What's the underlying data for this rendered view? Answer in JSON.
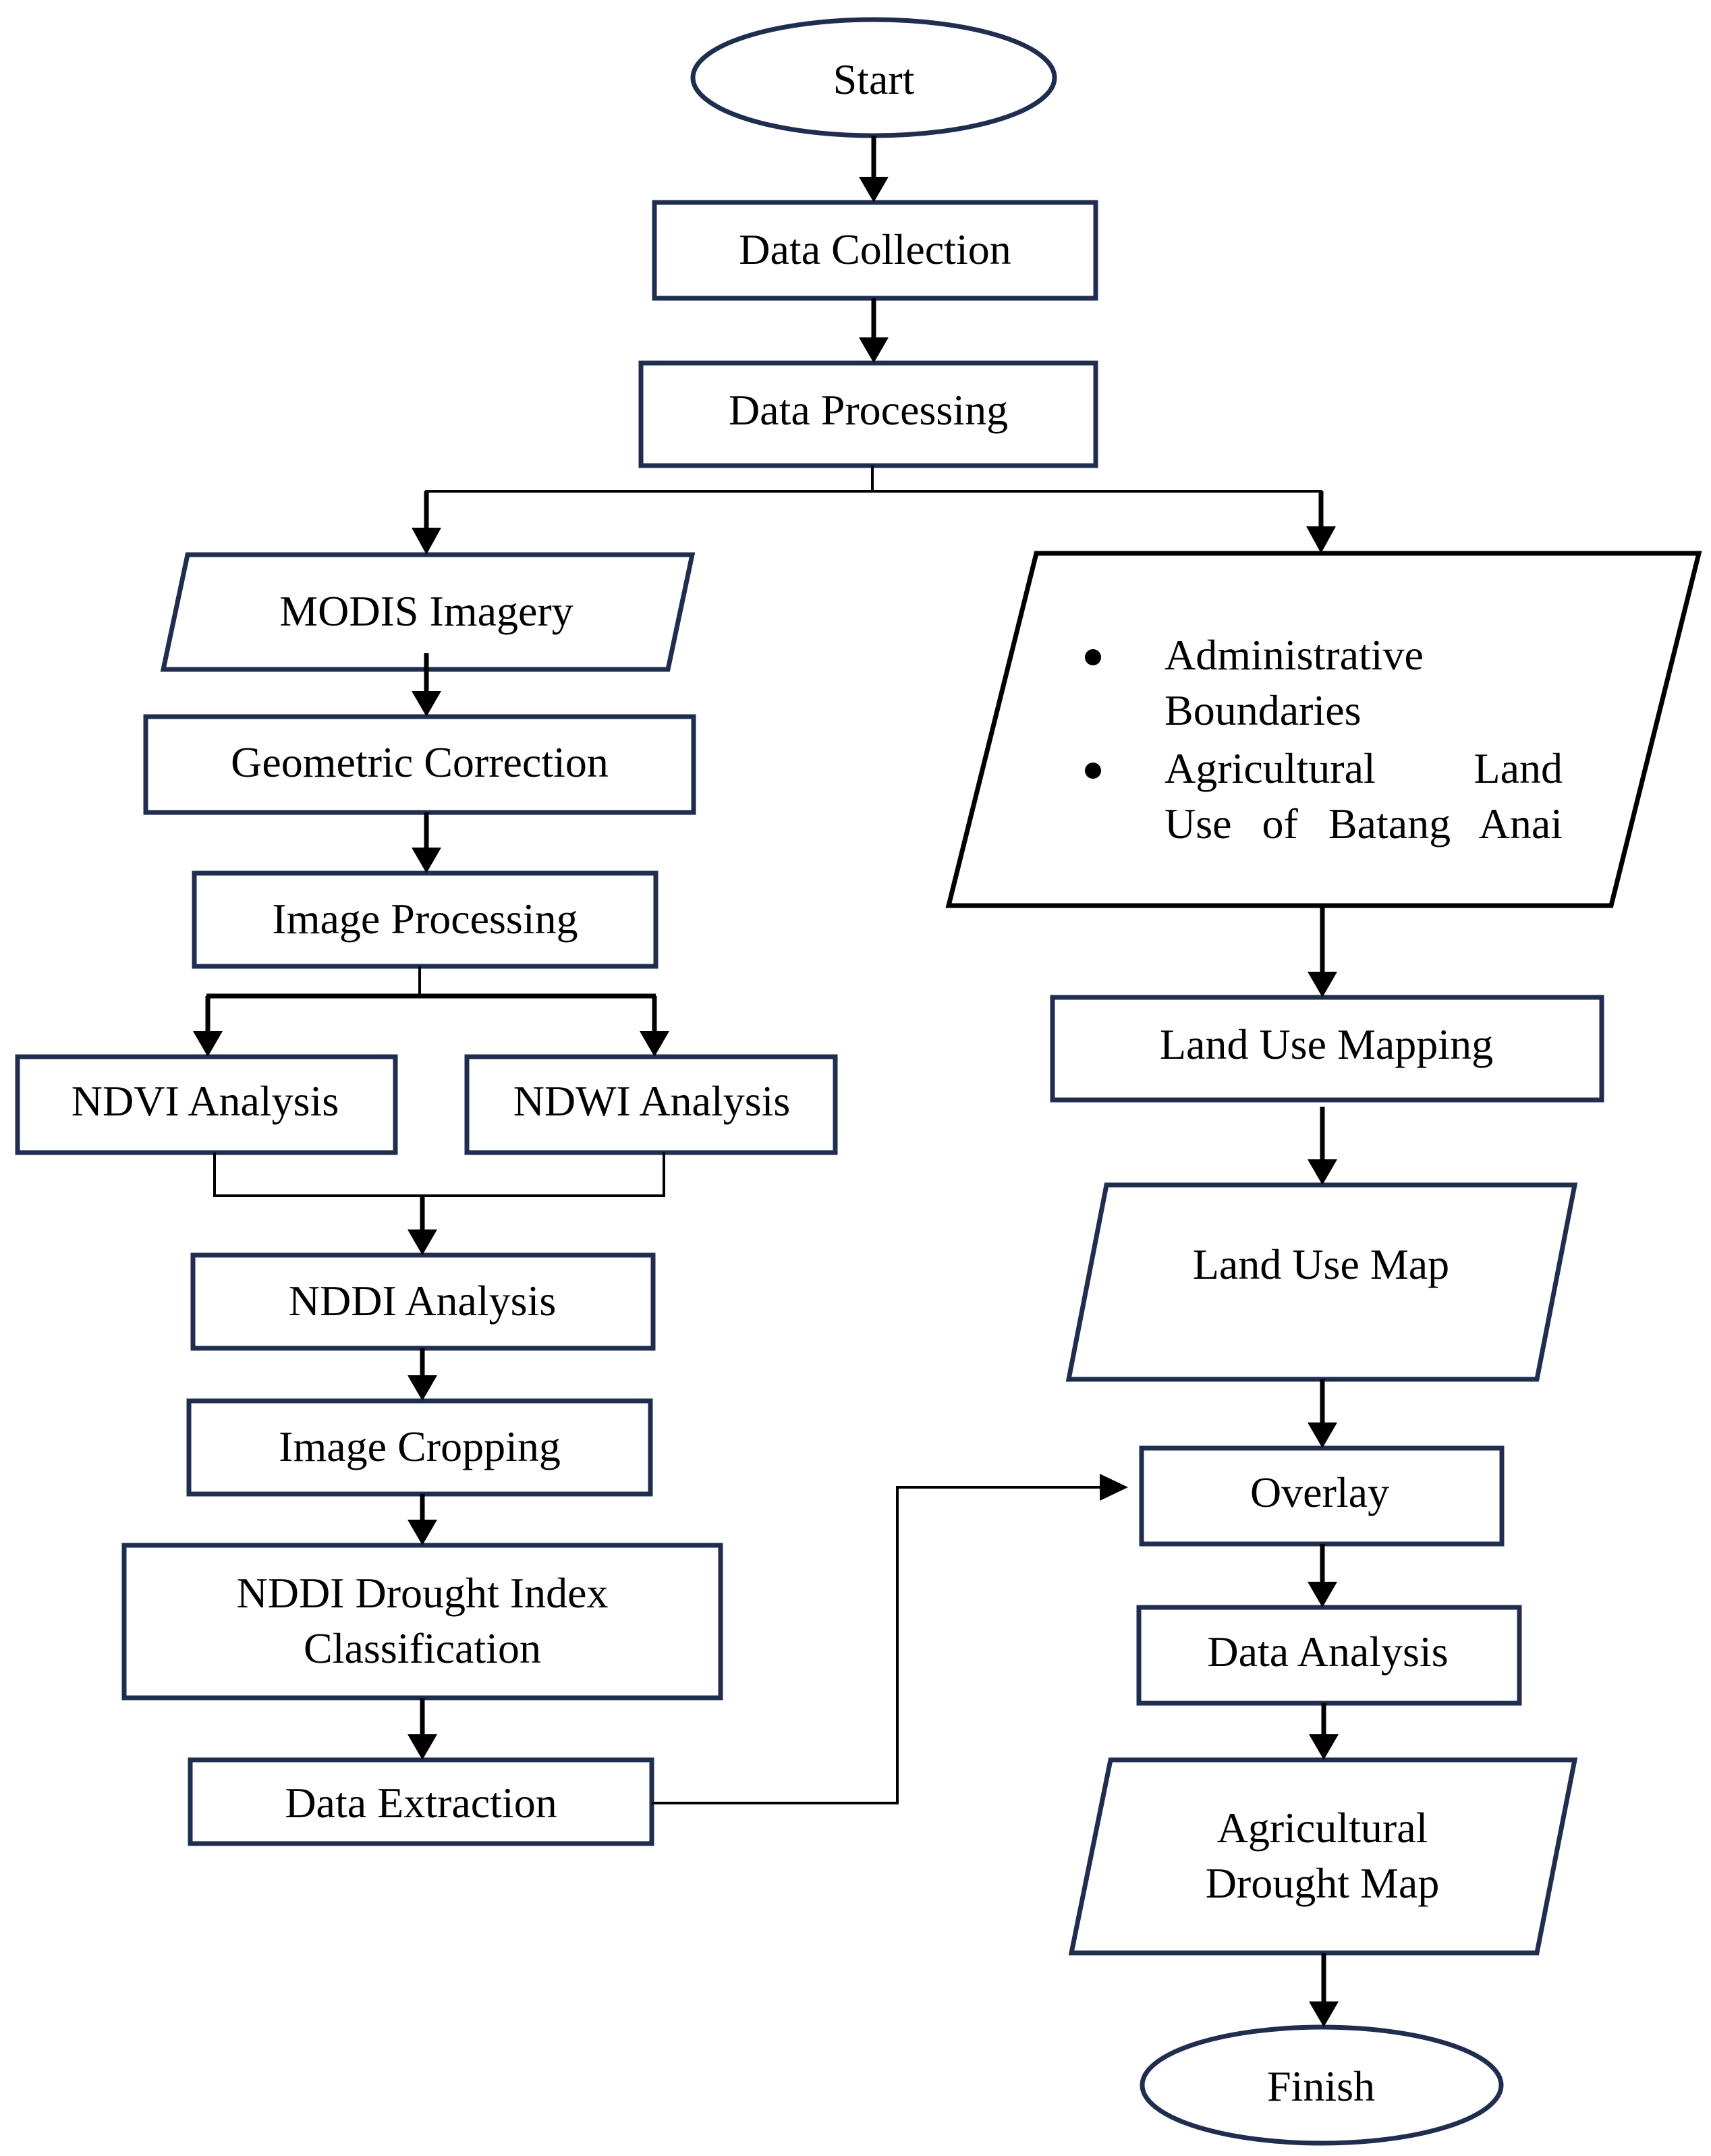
{
  "nodes": {
    "start": "Start",
    "data_collection": "Data Collection",
    "data_processing": "Data Processing",
    "modis_imagery": "MODIS Imagery",
    "geometric_correction": "Geometric Correction",
    "image_processing": "Image Processing",
    "ndvi_analysis": "NDVI Analysis",
    "ndwi_analysis": "NDWI Analysis",
    "nddi_analysis": "NDDI Analysis",
    "image_cropping": "Image Cropping",
    "nddi_classification_line1": "NDDI Drought Index",
    "nddi_classification_line2": "Classification",
    "data_extraction": "Data Extraction",
    "admin_bullet1_line1": "Administrative",
    "admin_bullet1_line2": "Boundaries",
    "admin_bullet2_line1": "Agricultural Land",
    "admin_bullet2_line2": "Use of Batang Anai",
    "land_use_mapping": "Land Use Mapping",
    "land_use_map": "Land Use Map",
    "overlay": "Overlay",
    "data_analysis": "Data Analysis",
    "agri_drought_map_line1": "Agricultural",
    "agri_drought_map_line2": "Drought Map",
    "finish": "Finish"
  },
  "colors": {
    "box_border": "#1f2d4f",
    "connector": "#000000",
    "text": "#000000"
  }
}
